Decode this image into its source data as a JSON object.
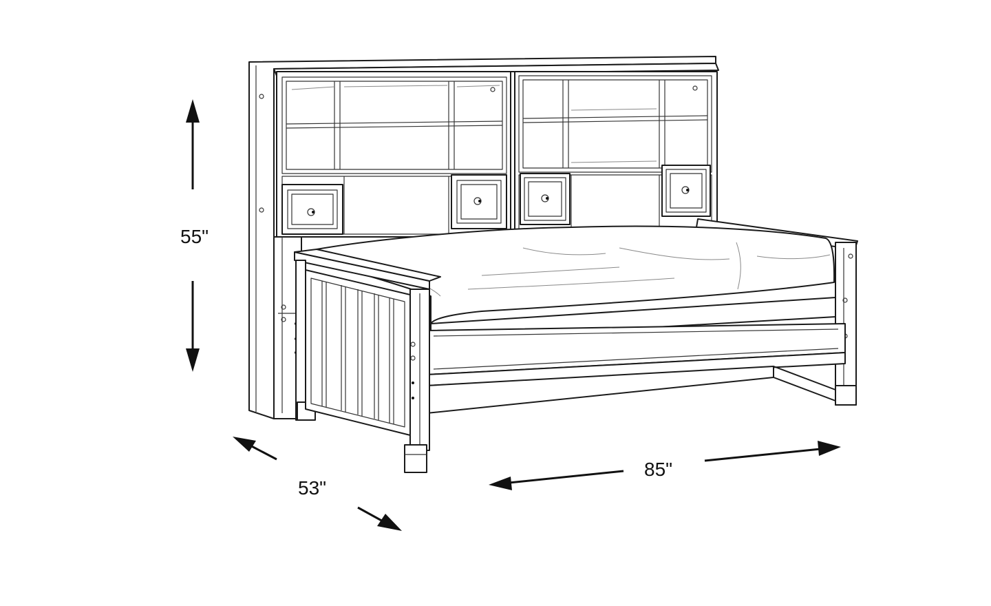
{
  "dimensions": {
    "height": "55\"",
    "depth": "53\"",
    "width": "85\""
  },
  "colors": {
    "line": "#1a1a1a",
    "background": "#ffffff"
  }
}
